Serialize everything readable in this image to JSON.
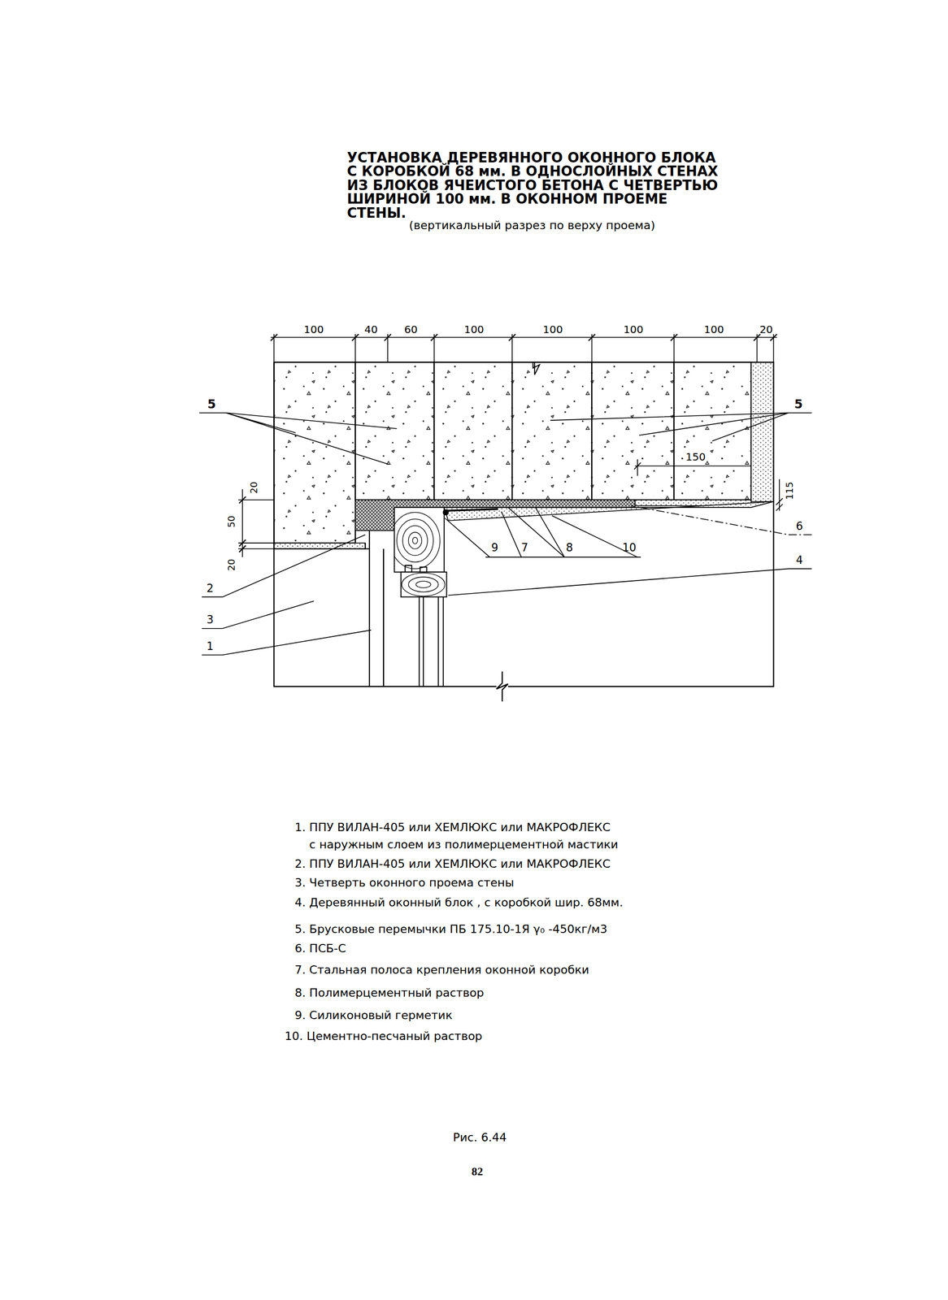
{
  "diagram": {
    "title": "УСТАНОВКА ДЕРЕВЯННОГО ОКОННОГО БЛОКА С КОРОБКОЙ 68 мм. В ОДНОСЛОЙНЫХ СТЕНАХ ИЗ БЛОКОВ ЯЧЕИСТОГО БЕТОНА С ЧЕТВЕРТЬЮ ШИРИНОЙ 100 мм. В ОКОННОМ ПРОЕМЕ СТЕНЫ.",
    "caption": "Рис. 6.44",
    "labels": [
      "(вертикальный разрез по верху проема)",
      "100",
      "40",
      "60",
      "100",
      "100",
      "100",
      "100",
      "20",
      "5",
      "5",
      "150",
      "115",
      "20",
      "50",
      "20",
      "9",
      "7",
      "8",
      "10",
      "6",
      "4",
      "2",
      "3",
      "1",
      "1. ППУ ВИЛАН-405 или ХЕМЛЮКС или МАКРОФЛЕКС с наружным слоем из полимерцементной мастики",
      "2. ППУ ВИЛАН-405 или ХЕМЛЮКС или МАКРОФЛЕКС",
      "3. Четверть оконного проема стены",
      "4. Деревянный оконный блок , с коробкой шир. 68мм.",
      "5. Брусковые перемычки ПБ 175.10-1Я γ₀ -450кг/м3",
      "6. ПСБ-С",
      "7. Стальная полоса крепления оконной коробки",
      "8. Полимерцементный раствор",
      "9. Силиконовый герметик",
      "10. Цементно-песчаный раствор",
      "82"
    ]
  }
}
